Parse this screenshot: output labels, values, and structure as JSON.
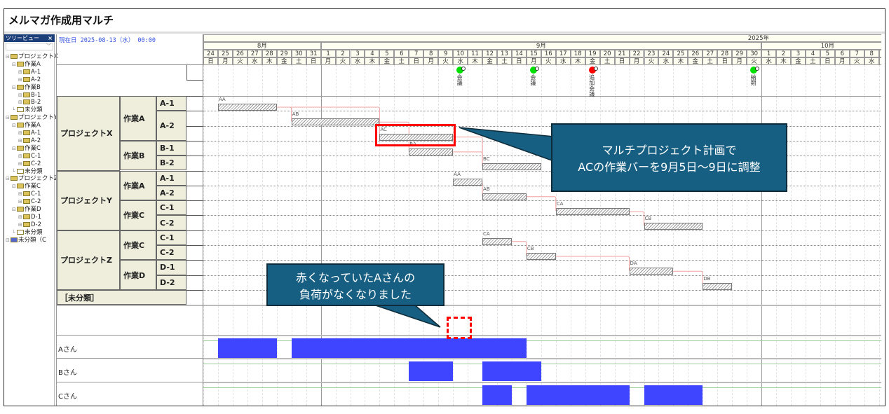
{
  "window": {
    "title": "メルマガ作成用マルチ"
  },
  "tree": {
    "header": "ツリービュー",
    "close": "×",
    "dropdown": "﹀",
    "nodes": [
      {
        "label": "プロジェクトX",
        "level": 0,
        "open": true
      },
      {
        "label": "作業A",
        "level": 1,
        "open": true
      },
      {
        "label": "A-1",
        "level": 2
      },
      {
        "label": "A-2",
        "level": 2
      },
      {
        "label": "作業B",
        "level": 1,
        "open": true
      },
      {
        "label": "B-1",
        "level": 2
      },
      {
        "label": "B-2",
        "level": 2
      },
      {
        "label": "未分類",
        "level": 1,
        "empty": true
      },
      {
        "label": "プロジェクトY",
        "level": 0,
        "open": true
      },
      {
        "label": "作業A",
        "level": 1,
        "open": true
      },
      {
        "label": "A-1",
        "level": 2
      },
      {
        "label": "A-2",
        "level": 2
      },
      {
        "label": "作業C",
        "level": 1,
        "open": true
      },
      {
        "label": "C-1",
        "level": 2
      },
      {
        "label": "C-2",
        "level": 2
      },
      {
        "label": "未分類",
        "level": 1,
        "empty": true
      },
      {
        "label": "プロジェクトZ",
        "level": 0,
        "open": true
      },
      {
        "label": "作業C",
        "level": 1,
        "open": true
      },
      {
        "label": "C-1",
        "level": 2
      },
      {
        "label": "C-2",
        "level": 2
      },
      {
        "label": "作業D",
        "level": 1,
        "open": true
      },
      {
        "label": "D-1",
        "level": 2
      },
      {
        "label": "D-2",
        "level": 2
      },
      {
        "label": "未分類",
        "level": 1,
        "empty": true
      },
      {
        "label": "未分類（C",
        "level": 0,
        "resource": true
      }
    ]
  },
  "current_date": "現在日 2025-08-13（水） 00:00",
  "timeline": {
    "year": "2025年",
    "start": "2025-08-24",
    "days": 47,
    "months": [
      {
        "label": "8月",
        "from": 0,
        "to": 8
      },
      {
        "label": "9月",
        "from": 8,
        "to": 38
      },
      {
        "label": "10月",
        "from": 38,
        "to": 47
      }
    ],
    "weekdays": [
      "日",
      "月",
      "火",
      "水",
      "木",
      "金",
      "土"
    ]
  },
  "rows": {
    "projects": [
      {
        "label": "プロジェクトX",
        "from": 0,
        "to": 5
      },
      {
        "label": "プロジェクトY",
        "from": 5,
        "to": 9
      },
      {
        "label": "プロジェクトZ",
        "from": 9,
        "to": 13
      }
    ],
    "works": [
      {
        "label": "作業A",
        "from": 0,
        "to": 3
      },
      {
        "label": "作業B",
        "from": 3,
        "to": 5
      },
      {
        "label": "作業A",
        "from": 5,
        "to": 7
      },
      {
        "label": "作業C",
        "from": 7,
        "to": 9
      },
      {
        "label": "作業C",
        "from": 9,
        "to": 11
      },
      {
        "label": "作業D",
        "from": 11,
        "to": 13
      }
    ],
    "tasks": [
      {
        "label": "A-1",
        "from": 0,
        "to": 1
      },
      {
        "label": "A-2",
        "from": 1,
        "to": 3
      },
      {
        "label": "B-1",
        "from": 3,
        "to": 4
      },
      {
        "label": "B-2",
        "from": 4,
        "to": 5
      },
      {
        "label": "A-1",
        "from": 5,
        "to": 6
      },
      {
        "label": "A-2",
        "from": 6,
        "to": 7
      },
      {
        "label": "C-1",
        "from": 7,
        "to": 8
      },
      {
        "label": "C-2",
        "from": 8,
        "to": 9
      },
      {
        "label": "C-1",
        "from": 9,
        "to": 10
      },
      {
        "label": "C-2",
        "from": 10,
        "to": 11
      },
      {
        "label": "D-1",
        "from": 11,
        "to": 12
      },
      {
        "label": "D-2",
        "from": 12,
        "to": 13
      }
    ],
    "unclassified": "［未分類］"
  },
  "bars": [
    {
      "label": "AA",
      "row": 0,
      "start": "2025-08-25",
      "end": "2025-08-28"
    },
    {
      "label": "AB",
      "row": 1,
      "start": "2025-08-30",
      "end": "2025-09-04"
    },
    {
      "label": "AC",
      "row": 2,
      "start": "2025-09-05",
      "end": "2025-09-09"
    },
    {
      "label": "BA",
      "row": 3,
      "start": "2025-09-07",
      "end": "2025-09-09"
    },
    {
      "label": "BC",
      "row": 4,
      "start": "2025-09-12",
      "end": "2025-09-15"
    },
    {
      "label": "AA",
      "row": 5,
      "start": "2025-09-10",
      "end": "2025-09-11"
    },
    {
      "label": "AB",
      "row": 6,
      "start": "2025-09-12",
      "end": "2025-09-14"
    },
    {
      "label": "CA",
      "row": 7,
      "start": "2025-09-17",
      "end": "2025-09-21"
    },
    {
      "label": "CB",
      "row": 8,
      "start": "2025-09-23",
      "end": "2025-09-26"
    },
    {
      "label": "CA",
      "row": 9,
      "start": "2025-09-12",
      "end": "2025-09-13"
    },
    {
      "label": "CB",
      "row": 10,
      "start": "2025-09-15",
      "end": "2025-09-16"
    },
    {
      "label": "DA",
      "row": 11,
      "start": "2025-09-22",
      "end": "2025-09-24"
    },
    {
      "label": "DB",
      "row": 12,
      "start": "2025-09-27",
      "end": "2025-09-28"
    }
  ],
  "links": [
    [
      0,
      1
    ],
    [
      0,
      2
    ],
    [
      1,
      3
    ],
    [
      2,
      4
    ],
    [
      3,
      4
    ],
    [
      5,
      6
    ],
    [
      6,
      7
    ],
    [
      7,
      8
    ],
    [
      9,
      10
    ],
    [
      10,
      11
    ],
    [
      11,
      12
    ]
  ],
  "milestones": [
    {
      "label": "会議",
      "date": "2025-09-10",
      "color": "#00e000"
    },
    {
      "label": "会議",
      "date": "2025-09-15",
      "color": "#00e000"
    },
    {
      "label": "追加会議",
      "date": "2025-09-19",
      "color": "#ff0000"
    },
    {
      "label": "納期",
      "date": "2025-09-30",
      "color": "#00e000"
    }
  ],
  "resources": [
    {
      "name": "Aさん",
      "loads": [
        [
          "2025-08-25",
          "2025-08-28"
        ],
        [
          "2025-08-30",
          "2025-09-04"
        ],
        [
          "2025-09-05",
          "2025-09-14"
        ]
      ]
    },
    {
      "name": "Bさん",
      "loads": [
        [
          "2025-09-07",
          "2025-09-09"
        ],
        [
          "2025-09-12",
          "2025-09-15"
        ]
      ]
    },
    {
      "name": "Cさん",
      "loads": [
        [
          "2025-09-12",
          "2025-09-13"
        ],
        [
          "2025-09-15",
          "2025-09-21"
        ],
        [
          "2025-09-23",
          "2025-09-26"
        ]
      ]
    }
  ],
  "annotations": {
    "callout1": [
      "マルチプロジェクト計画で",
      "ACの作業バーを9月5日～9日に調整"
    ],
    "callout2": [
      "赤くなっていたAさんの",
      "負荷がなくなりました"
    ]
  },
  "colors": {
    "load": "#3f44ff",
    "callout": "#175f82",
    "highlight": "#ff0000",
    "link": "#f0a0a0"
  }
}
